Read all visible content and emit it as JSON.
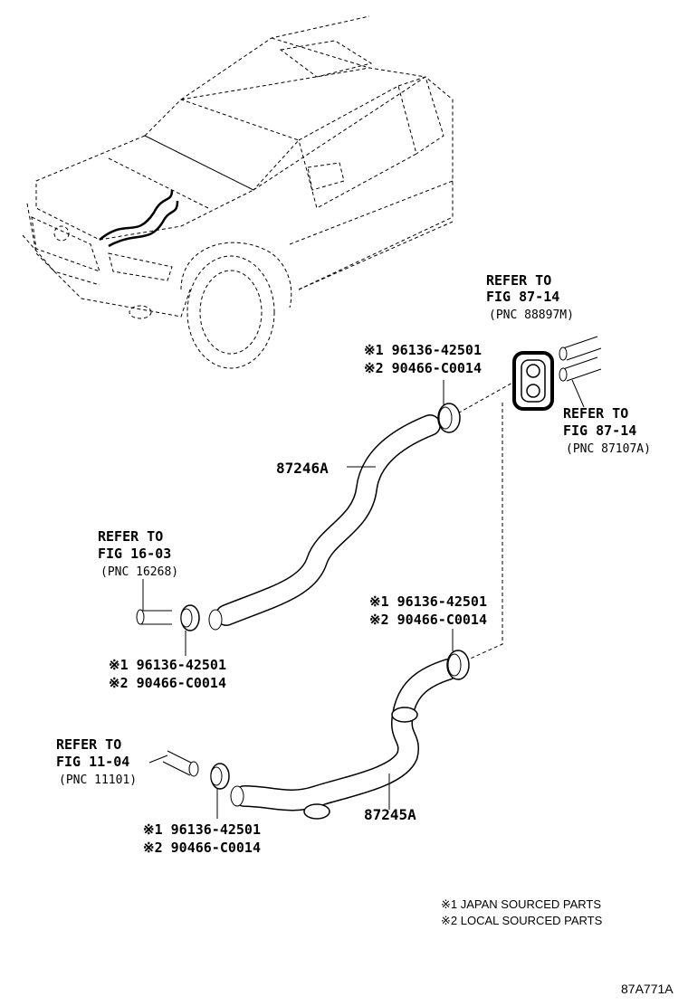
{
  "refer_grommet": {
    "l1": "REFER TO",
    "l2": "FIG 87-14",
    "l3": "(PNC 88897M)"
  },
  "refer_pipes": {
    "l1": "REFER TO",
    "l2": "FIG 87-14",
    "l3": "(PNC 87107A)"
  },
  "refer_engine": {
    "l1": "REFER TO",
    "l2": "FIG 16-03",
    "l3": "(PNC 16268)"
  },
  "refer_block": {
    "l1": "REFER TO",
    "l2": "FIG 11-04",
    "l3": "(PNC 11101)"
  },
  "clamp_top": {
    "a": "※1 96136-42501",
    "b": "※2 90466-C0014"
  },
  "clamp_left": {
    "a": "※1 96136-42501",
    "b": "※2 90466-C0014"
  },
  "clamp_mid": {
    "a": "※1 96136-42501",
    "b": "※2 90466-C0014"
  },
  "clamp_bottom": {
    "a": "※1 96136-42501",
    "b": "※2 90466-C0014"
  },
  "part_upper_hose": "87246A",
  "part_lower_hose": "87245A",
  "legend": {
    "l1": "※1 JAPAN SOURCED PARTS",
    "l2": "※2 LOCAL SOURCED PARTS"
  },
  "figure_id": "87A771A"
}
